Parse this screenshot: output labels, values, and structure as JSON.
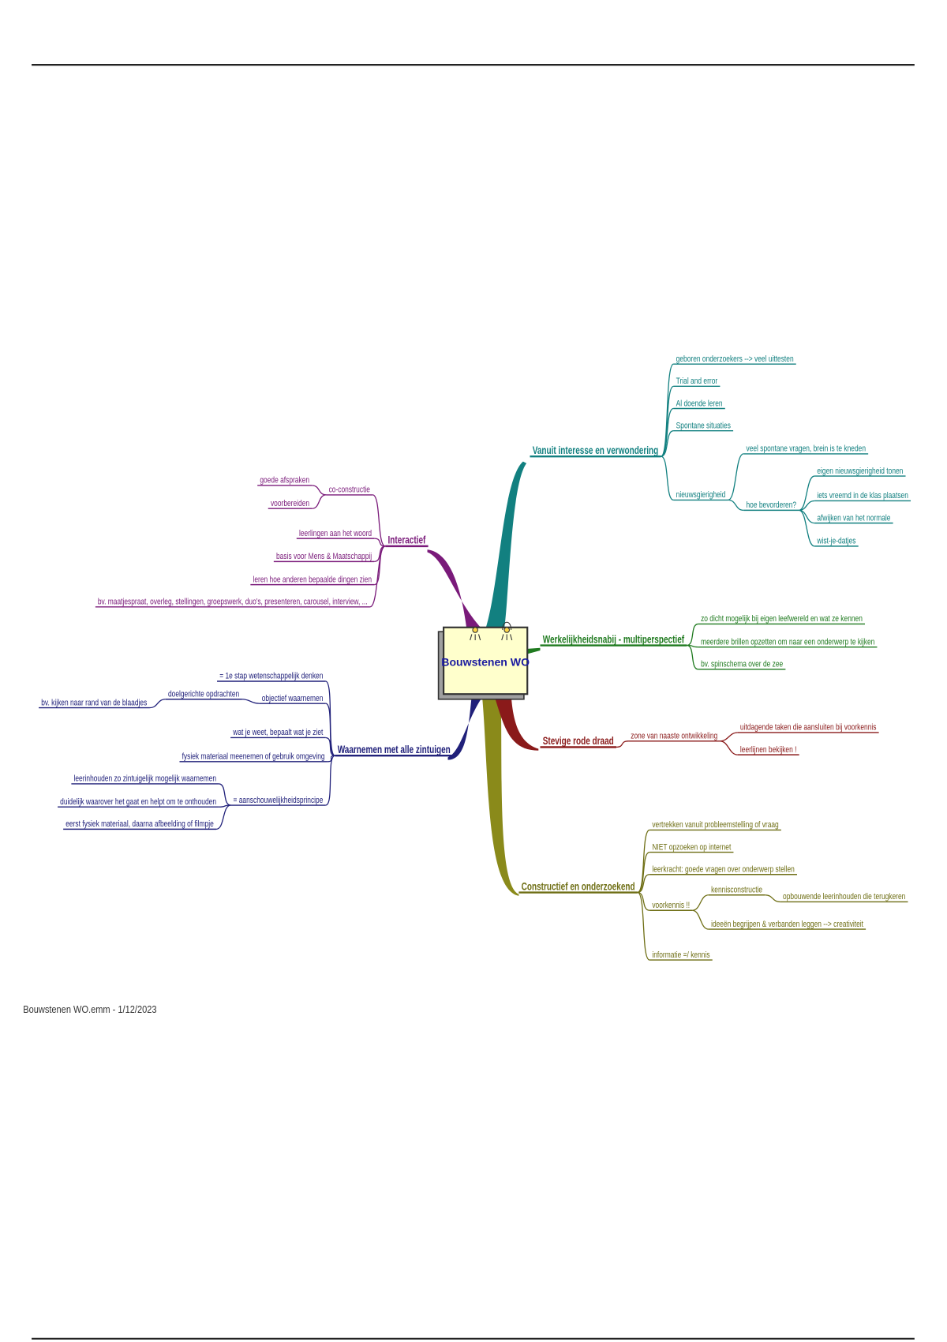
{
  "central_topic": "Bouwstenen WO",
  "footer": "Bouwstenen WO.emm - 1/12/2023",
  "colors": {
    "teal": "#128080",
    "purple": "#7a1a7a",
    "navy": "#20207a",
    "green": "#1f7a1f",
    "red": "#8a1a1a",
    "olive": "#6e6e14",
    "central_fill": "#ffffcc"
  },
  "branches": [
    {
      "label": "Vanuit interesse en verwondering",
      "children": [
        {
          "label": "geboren onderzoekers --> veel uittesten"
        },
        {
          "label": "Trial and error"
        },
        {
          "label": "Al doende leren"
        },
        {
          "label": "Spontane situaties"
        },
        {
          "label": "nieuwsgierigheid",
          "children": [
            {
              "label": "veel spontane vragen, brein is te kneden"
            },
            {
              "label": "hoe bevorderen?",
              "children": [
                {
                  "label": "eigen nieuwsgierigheid tonen"
                },
                {
                  "label": "iets vreemd in de klas plaatsen"
                },
                {
                  "label": "afwijken van het normale"
                },
                {
                  "label": "wist-je-datjes"
                }
              ]
            }
          ]
        }
      ]
    },
    {
      "label": "Interactief",
      "children": [
        {
          "label": "co-constructie",
          "children": [
            {
              "label": "goede afspraken"
            },
            {
              "label": "voorbereiden"
            }
          ]
        },
        {
          "label": "leerlingen aan het woord"
        },
        {
          "label": "basis voor Mens & Maatschappij"
        },
        {
          "label": "leren hoe anderen bepaalde dingen zien"
        },
        {
          "label": "bv. maatjespraat, overleg, stellingen, groepswerk, duo's, presenteren, carousel,  interview, ..."
        }
      ]
    },
    {
      "label": "Waarnemen met alle zintuigen",
      "children": [
        {
          "label": "= 1e stap wetenschappelijk denken"
        },
        {
          "label": "objectief waarnemen",
          "children": [
            {
              "label": "doelgerichte opdrachten",
              "children": [
                {
                  "label": "bv. kijken naar rand van de blaadjes"
                }
              ]
            }
          ]
        },
        {
          "label": "wat je weet, bepaalt wat je ziet"
        },
        {
          "label": "fysiek materiaal meenemen of gebruik omgeving"
        },
        {
          "label": "= aanschouwelijkheidsprincipe",
          "children": [
            {
              "label": "leerinhouden zo zintuigelijk mogelijk waarnemen"
            },
            {
              "label": "duidelijk waarover het gaat en helpt om te onthouden"
            },
            {
              "label": "eerst fysiek materiaal, daarna afbeelding of filmpje"
            }
          ]
        }
      ]
    },
    {
      "label": "Werkelijkheidsnabij - multiperspectief",
      "children": [
        {
          "label": "zo dicht mogelijk bij eigen leefwereld en wat ze kennen"
        },
        {
          "label": "meerdere brillen opzetten om naar een onderwerp te kijken"
        },
        {
          "label": "bv. spinschema over de zee"
        }
      ]
    },
    {
      "label": "Stevige rode draad",
      "children": [
        {
          "label": "zone van naaste ontwikkeling",
          "children": [
            {
              "label": "uitdagende taken die aansluiten bij voorkennis"
            },
            {
              "label": "leerlijnen bekijken !"
            }
          ]
        }
      ]
    },
    {
      "label": "Constructief en onderzoekend",
      "children": [
        {
          "label": "vertrekken vanuit probleemstelling of vraag"
        },
        {
          "label": "NIET opzoeken op internet"
        },
        {
          "label": "leerkracht: goede vragen over onderwerp stellen"
        },
        {
          "label": "voorkennis !!",
          "children": [
            {
              "label": "kennisconstructie",
              "children": [
                {
                  "label": "opbouwende leerinhouden die terugkeren"
                }
              ]
            },
            {
              "label": "ideeën begrijpen & verbanden leggen --> creativiteit"
            }
          ]
        },
        {
          "label": "informatie =/ kennis"
        }
      ]
    }
  ]
}
